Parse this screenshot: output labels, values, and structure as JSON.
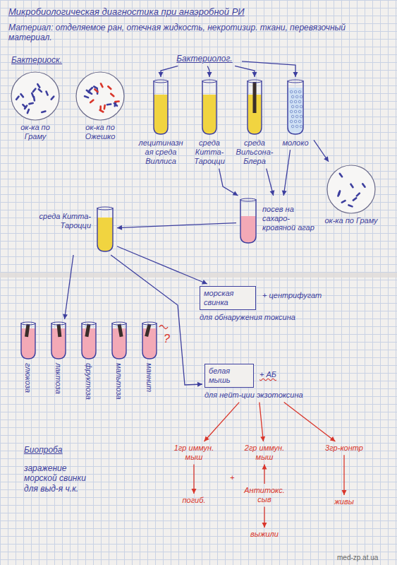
{
  "diagram": {
    "title": "Микробиологическая диагностика при анаэробной РИ",
    "nodes": [
      {
        "text": [
          "ок-ка по Граму"
        ]
      },
      {
        "text": [
          "ок-ка по Ожешко"
        ]
      },
      {
        "text": [
          "Бактериолог."
        ]
      },
      {
        "text": [
          "лецитиназная среда Виллиса"
        ]
      },
      {
        "text": [
          "среда Китта-Тароцци"
        ]
      },
      {
        "text": [
          "среда Вильсона-Блера"
        ]
      },
      {
        "text": [
          "молоко"
        ]
      },
      {
        "text": [
          "ок-ка по Граму"
        ]
      },
      {
        "text": [
          "посев на сахаро-кровяной агар"
        ]
      },
      {
        "text": [
          "среда Китта-Тароцци"
        ]
      },
      {
        "text": [
          "глюкоза"
        ]
      },
      {
        "text": [
          "лактоза"
        ]
      },
      {
        "text": [
          "фруктоза"
        ]
      },
      {
        "text": [
          "мальтоза"
        ]
      },
      {
        "text": [
          "маннит"
        ]
      },
      {
        "text": [
          "морская свинка",
          "для обнаружения токсина"
        ]
      },
      {
        "text": [
          "белая мышь",
          "для нейт-ции экзотоксина"
        ]
      },
      {
        "text": [
          "1гр иммун. мыш"
        ]
      },
      {
        "text": [
          "погиб."
        ]
      },
      {
        "text": [
          "2гр иммун. мыш"
        ]
      },
      {
        "text": [
          "Антитокс. сыв"
        ]
      },
      {
        "text": [
          "выжили"
        ]
      },
      {
        "text": [
          "3гр-контр"
        ]
      },
      {
        "text": [
          "живы"
        ]
      }
    ],
    "edges": [
      {
        "from": 2,
        "to": 3,
        "arrow": "to"
      },
      {
        "from": 2,
        "to": 4,
        "arrow": "to"
      },
      {
        "from": 2,
        "to": 5,
        "arrow": "to"
      },
      {
        "from": 2,
        "to": 6,
        "arrow": "to"
      },
      {
        "from": 4,
        "to": 8,
        "arrow": "to"
      },
      {
        "from": 5,
        "to": 8,
        "arrow": "to"
      },
      {
        "from": 6,
        "to": 8,
        "arrow": "to"
      },
      {
        "from": 6,
        "to": 7,
        "arrow": "to"
      },
      {
        "from": 8,
        "to": 9,
        "arrow": "to"
      },
      {
        "from": 9,
        "to": 11,
        "arrow": "to"
      },
      {
        "from": 9,
        "to": 15,
        "arrow": "to"
      },
      {
        "from": 9,
        "to": 16,
        "arrow": "to"
      },
      {
        "from": 16,
        "to": 17,
        "arrow": "to"
      },
      {
        "from": 16,
        "to": 19,
        "arrow": "to"
      },
      {
        "from": 16,
        "to": 22,
        "arrow": "to"
      },
      {
        "from": 17,
        "to": 18,
        "arrow": "to"
      },
      {
        "from": 20,
        "to": 19,
        "arrow": "to"
      },
      {
        "from": 20,
        "to": 21,
        "arrow": "to"
      },
      {
        "from": 22,
        "to": 23,
        "arrow": "to"
      }
    ],
    "labels": [
      "Материал: отделяемое ран, отечная жидкость, некротизир. ткани, перевязочный материал.",
      "Бактериоск.",
      "+ центрифугат",
      "+ АБ",
      "?",
      "+",
      "Биопроба",
      "заражение морской свинки для выд-я ч.к.",
      "med-zp.at.ua"
    ]
  }
}
